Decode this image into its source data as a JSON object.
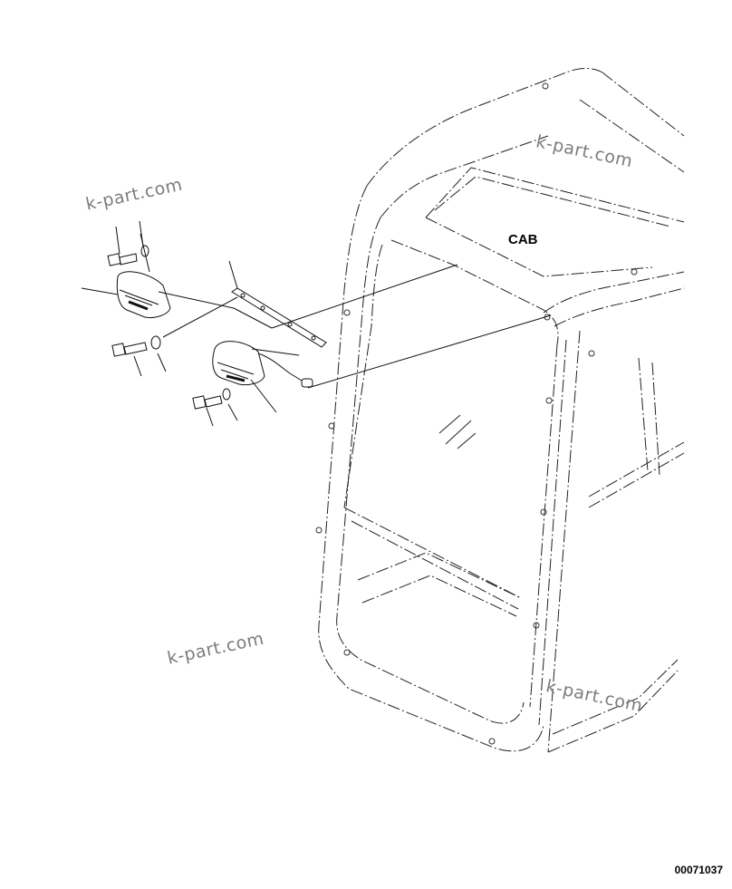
{
  "diagram": {
    "cab_label": "CAB",
    "drawing_number": "00071037"
  },
  "watermarks": [
    "k-part.com",
    "k-part.com",
    "k-part.com",
    "k-part.com"
  ]
}
